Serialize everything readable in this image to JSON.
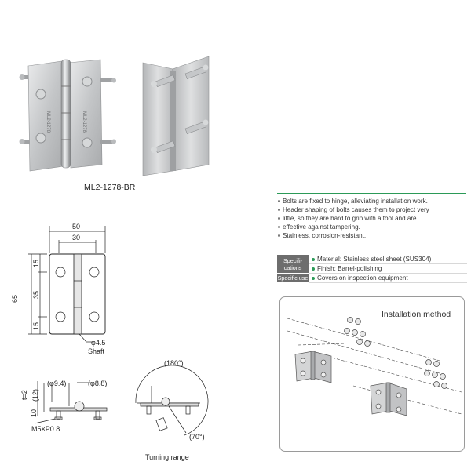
{
  "product": {
    "model": "ML2-1278-BR",
    "engraving": "ML2-1278"
  },
  "drawing": {
    "dims": {
      "width_50": "50",
      "width_30": "30",
      "height_65": "65",
      "h_15_top": "15",
      "h_35": "35",
      "h_15_bottom": "15",
      "shaft_dia": "φ4.5",
      "t2": "t=2",
      "d12": "(12)",
      "d10": "10",
      "dia_94": "(φ9.4)",
      "dia_88": "(φ8.8)",
      "thread": "M5×P0.8",
      "angle_180": "(180°)",
      "angle_70": "(70°)"
    },
    "shaft_label": "Shaft",
    "turning_label": "Turning range"
  },
  "features": [
    "Bolts are fixed to hinge, alleviating installation work.",
    "Header shaping of bolts causes them to project very",
    "little, so they are hard to grip with a tool and are",
    "effective against tampering.",
    "Stainless, corrosion-resistant."
  ],
  "specs": {
    "head1a": "Specifi-",
    "head1b": "cations",
    "head2": "Specific use",
    "material": "Material: Stainless steel sheet (SUS304)",
    "finish": "Finish: Barrel-polishing",
    "use": "Covers on inspection equipment"
  },
  "installation": {
    "title": "Installation method"
  },
  "colors": {
    "accent": "#2b9a57",
    "spec_header": "#6d6d6d",
    "steel": "#c9cacb"
  }
}
